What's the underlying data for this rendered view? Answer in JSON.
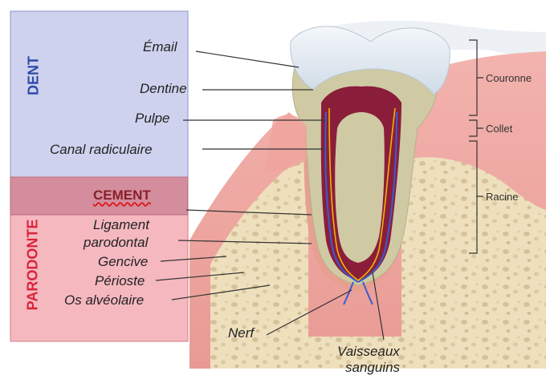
{
  "groups": {
    "dent": "DENT",
    "parodonte": "PARODONTE",
    "cement": "CEMENT"
  },
  "left_labels": {
    "email": "Émail",
    "dentine": "Dentine",
    "pulpe": "Pulpe",
    "canal": "Canal radiculaire",
    "ligament_1": "Ligament",
    "ligament_2": "parodontal",
    "gencive": "Gencive",
    "perioste": "Périoste",
    "os": "Os alvéolaire"
  },
  "bottom_labels": {
    "nerf": "Nerf",
    "vaisseaux_1": "Vaisseaux",
    "vaisseaux_2": "sanguins"
  },
  "right_labels": {
    "couronne": "Couronne",
    "collet": "Collet",
    "racine": "Racine"
  },
  "colors": {
    "dent_box": "#cfd2ee",
    "parodonte_box": "#f5b8bf",
    "cement_box": "#d48a98",
    "dent_text": "#2d4aa8",
    "parodonte_text": "#d9243b"
  }
}
